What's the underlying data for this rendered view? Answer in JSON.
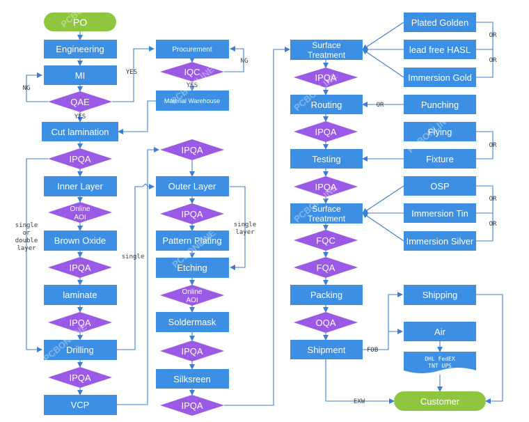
{
  "colors": {
    "process": "#3d8fe3",
    "decision": "#9a5ae6",
    "terminal": "#8ec63f",
    "line": "#3a7fd1",
    "edge_text": "#3a3a3a"
  },
  "watermark": "PCBONLINE",
  "nodes": {
    "po": "PO",
    "engineering": "Engineering",
    "mi": "MI",
    "qae": "QAE",
    "cut_lamination": "Cut lamination",
    "ipqa": "IPQA",
    "inner_layer": "Inner Layer",
    "online_aoi_line1": "Online",
    "online_aoi_line2": "AOI",
    "brown_oxide": "Brown Oxide",
    "laminate": "laminate",
    "drilling": "Drilling",
    "vcp": "VCP",
    "procurement": "Procurement",
    "iqc": "IQC",
    "material_warehouse": "Material Warehouse",
    "outer_layer": "Outer Layer",
    "pattern_plating": "Pattern Plating",
    "etching": "Etching",
    "soldermask": "Soldermask",
    "silkscreen": "Silksreen",
    "surface_treatment_line1": "Surface",
    "surface_treatment_line2": "Treatment",
    "routing": "Routing",
    "testing": "Testing",
    "fqc": "FQC",
    "fqa": "FQA",
    "packing": "Packing",
    "oqa": "OQA",
    "shipment": "Shipment",
    "plated_golden": "Plated Golden",
    "lead_free_hasl": "lead free HASL",
    "immersion_gold": "Immersion Gold",
    "punching": "Punching",
    "flying": "Flying",
    "fixture": "Fixture",
    "osp": "OSP",
    "immersion_tin": "Immersion Tin",
    "immersion_silver": "Immersion Silver",
    "shipping": "Shipping",
    "air": "Air",
    "couriers_line1": "DHL  FedEX",
    "couriers_line2": "TNT   UPS",
    "customer": "Customer"
  },
  "edges": {
    "yes": "YES",
    "ng": "NG",
    "or": "OR",
    "single": "single",
    "single_or_double_layer_line1": "single",
    "single_or_double_layer_line2": "or",
    "single_or_double_layer_line3": "double",
    "single_or_double_layer_line4": "layer",
    "single_layer_line1": "single",
    "single_layer_line2": "layer",
    "fob": "FOB",
    "exw": "EXW"
  }
}
